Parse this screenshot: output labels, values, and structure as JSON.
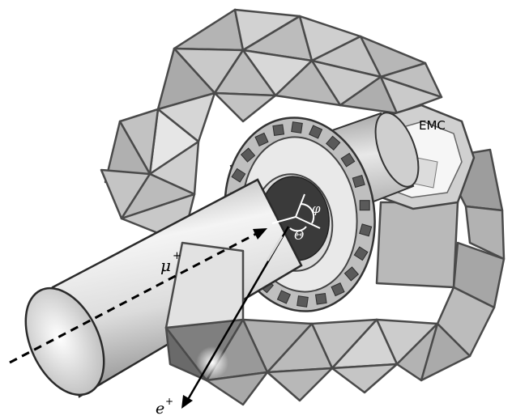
{
  "labels": {
    "emc": "EMC",
    "muon": "μ",
    "muon_charge": "+",
    "positron": "e",
    "positron_charge": "+",
    "phi": "φ",
    "theta": "Θ"
  }
}
